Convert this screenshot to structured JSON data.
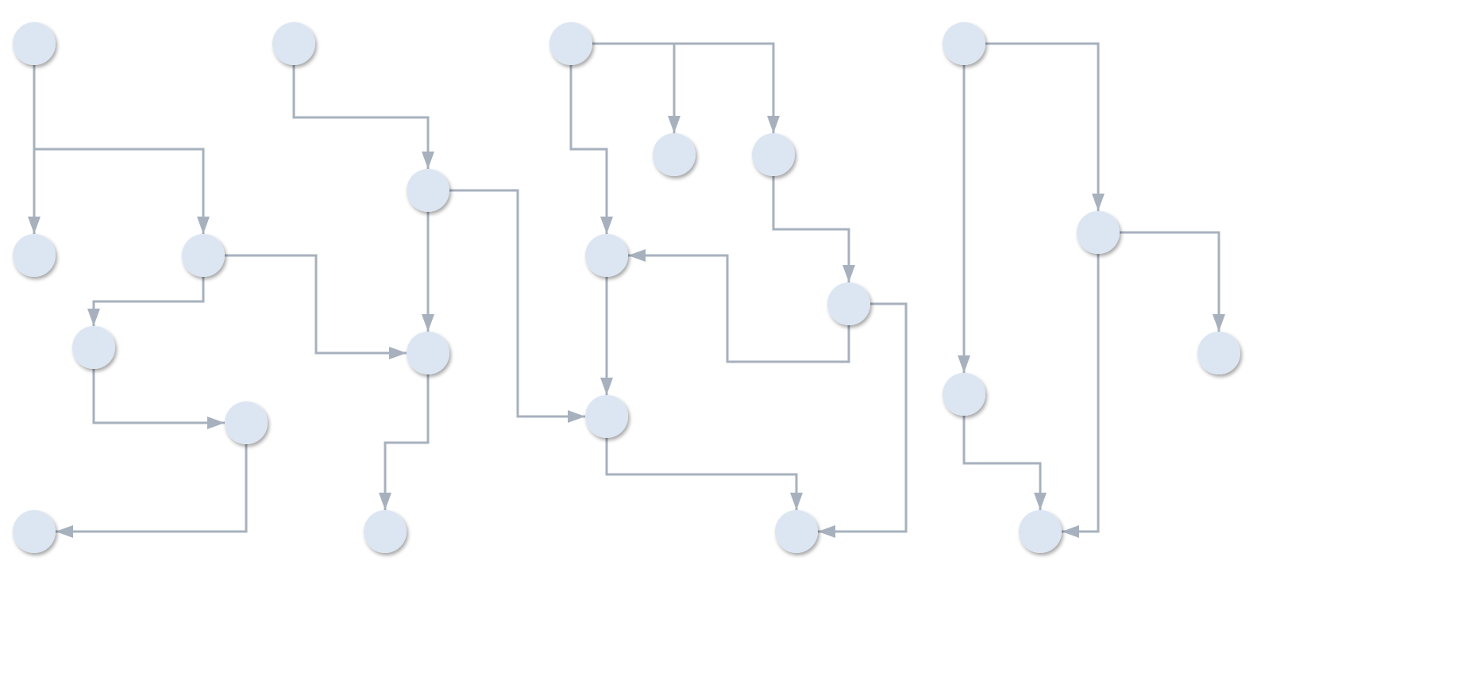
{
  "colors": {
    "node_fill": "#dce6f2",
    "edge": "#a7b1be"
  },
  "edges": [
    {
      "from": "A1",
      "to": "A2"
    },
    {
      "from": "A1",
      "to": "A3"
    },
    {
      "from": "A3",
      "to": "A4"
    },
    {
      "from": "A3",
      "to": "B3"
    },
    {
      "from": "A4",
      "to": "A5"
    },
    {
      "from": "A5",
      "to": "A6"
    },
    {
      "from": "B1",
      "to": "B2"
    },
    {
      "from": "B2",
      "to": "B3"
    },
    {
      "from": "B2",
      "to": "C6"
    },
    {
      "from": "B3",
      "to": "B4"
    },
    {
      "from": "C1",
      "to": "C2"
    },
    {
      "from": "C1",
      "to": "C3"
    },
    {
      "from": "C1",
      "to": "C4"
    },
    {
      "from": "C3",
      "to": "C5"
    },
    {
      "from": "C5",
      "to": "C4"
    },
    {
      "from": "C4",
      "to": "C6"
    },
    {
      "from": "C5",
      "to": "C7"
    },
    {
      "from": "C6",
      "to": "C7"
    },
    {
      "from": "D1",
      "to": "D2"
    },
    {
      "from": "D1",
      "to": "D4"
    },
    {
      "from": "D2",
      "to": "D3"
    },
    {
      "from": "D2",
      "to": "D5"
    },
    {
      "from": "D4",
      "to": "D5"
    }
  ]
}
